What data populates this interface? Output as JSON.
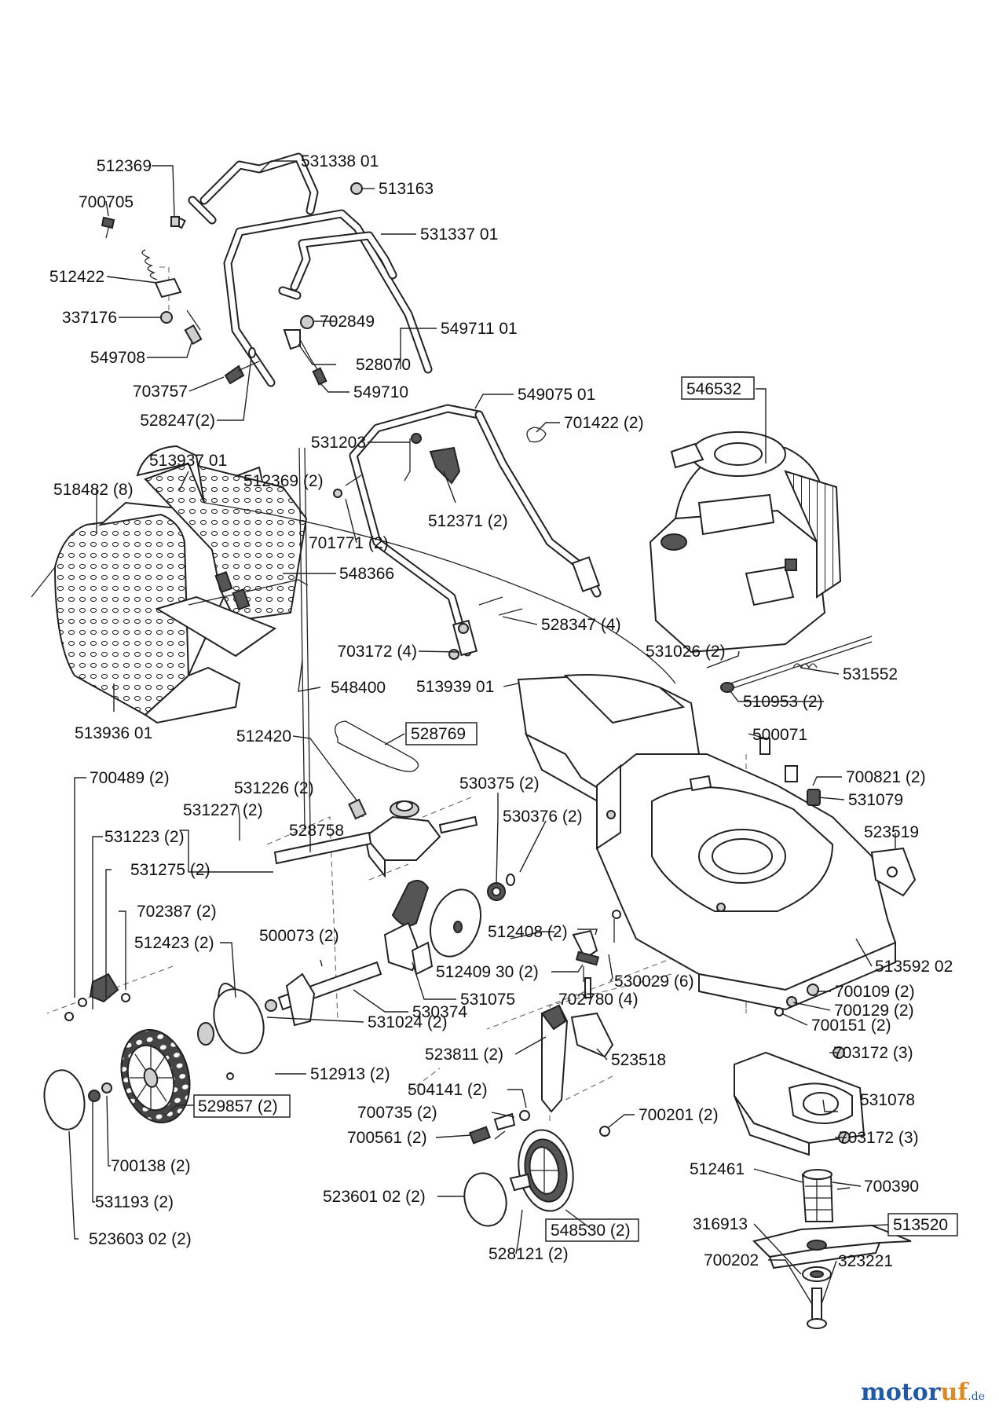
{
  "labels": [
    "512369",
    "531338 01",
    "513163",
    "700705",
    "531337 01",
    "512422",
    "337176",
    "702849",
    "549711 01",
    "549708",
    "528070",
    "703757",
    "549710",
    "528247(2)",
    "549075 01",
    "546532",
    "701422 (2)",
    "531203",
    "513937 01",
    "512369 (2)",
    "518482 (8)",
    "512371 (2)",
    "701771 (2)",
    "548366",
    "528347 (4)",
    "703172 (4)",
    "531026 (2)",
    "531552",
    "548400",
    "513939 01",
    "510953 (2)",
    "513936 01",
    "528769",
    "512420",
    "500071",
    "700489 (2)",
    "531226 (2)",
    "530375 (2)",
    "700821 (2)",
    "531227 (2)",
    "528758",
    "531079",
    "531223 (2)",
    "530376 (2)",
    "523519",
    "531275 (2)",
    "702387 (2)",
    "512408 (2)",
    "500073 (2)",
    "512423 (2)",
    "513592 02",
    "512409 30 (2)",
    "530029 (6)",
    "700109 (2)",
    "531075",
    "702780 (4)",
    "530374",
    "700129 (2)",
    "531024 (2)",
    "700151 (2)",
    "523811 (2)",
    "523518",
    "703172 (3)",
    "512913 (2)",
    "504141 (2)",
    "531078",
    "529857 (2)",
    "700735 (2)",
    "700201 (2)",
    "700561 (2)",
    "703172 (3)",
    "512461",
    "700138 (2)",
    "700390",
    "531193 (2)",
    "523601 02 (2)",
    "316913",
    "513520",
    "548530 (2)",
    "700202",
    "323221",
    "523603 02 (2)",
    "528121 (2)"
  ],
  "watermark": {
    "brand_main": "motor",
    "brand_accent": "uf",
    "tld": ".de"
  }
}
